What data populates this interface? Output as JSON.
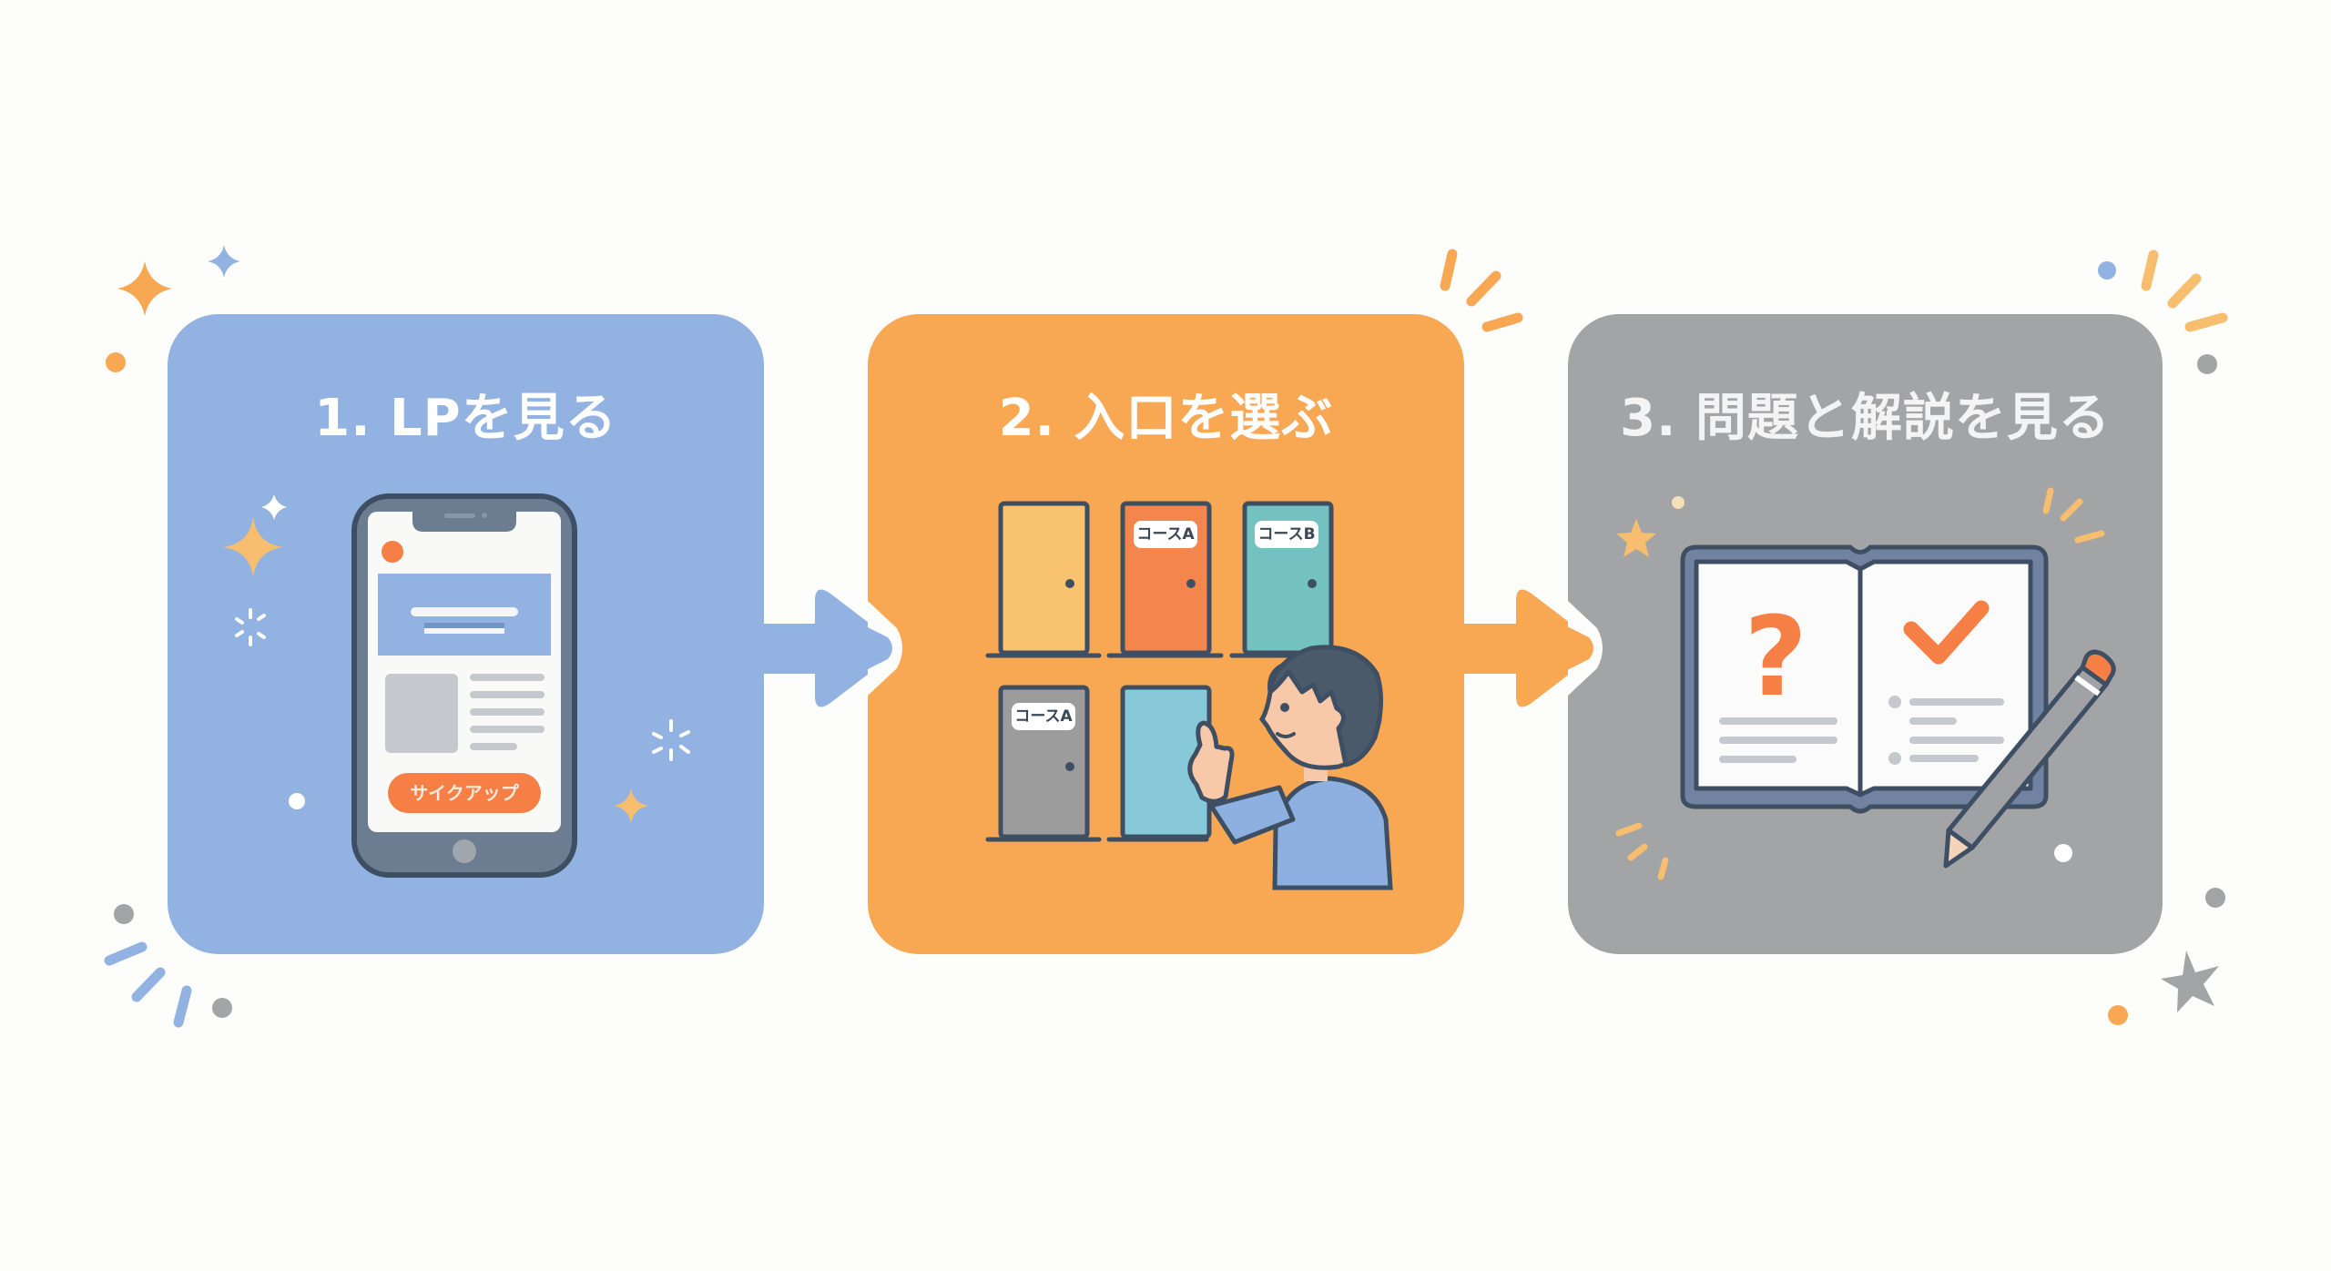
{
  "steps": [
    {
      "number": "1",
      "title": "1. LPを見る",
      "color": "#92b3e1",
      "illustration": "smartphone-landing-page",
      "phone": {
        "cta_label": "サイクアップ"
      }
    },
    {
      "number": "2",
      "title": "2. 入口を選ぶ",
      "color": "#f8a753",
      "illustration": "choosing-doors",
      "doors": [
        {
          "label": "",
          "color": "#f9c26e"
        },
        {
          "label": "コースA",
          "color": "#f4864d"
        },
        {
          "label": "コースB",
          "color": "#74c1c2"
        },
        {
          "label": "コースA",
          "color": "#9c9c9c"
        },
        {
          "label": "",
          "color": "#87c9d9"
        }
      ]
    },
    {
      "number": "3",
      "title": "3. 問題と解説を見る",
      "color": "#a3a4a6",
      "illustration": "open-book-question-check-pencil"
    }
  ],
  "arrows": [
    {
      "from": 1,
      "to": 2,
      "color": "#92b3e1"
    },
    {
      "from": 2,
      "to": 3,
      "color": "#f8a753"
    }
  ],
  "colors": {
    "background": "#fdfdfc",
    "accent_orange": "#f57f45",
    "outline_dark": "#3f4f63",
    "sparkle_orange": "#f8a753",
    "sparkle_blue": "#92b3e1"
  }
}
